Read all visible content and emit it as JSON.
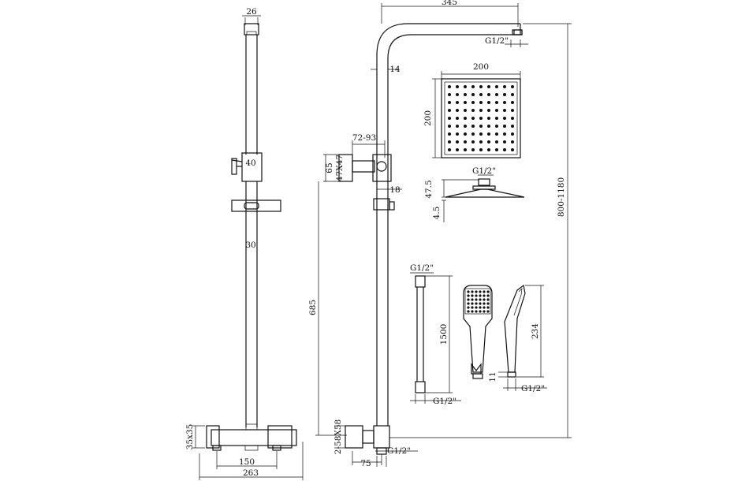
{
  "dimensions": {
    "front_top_width": "26",
    "bracket_width": "40",
    "rail_width": "30",
    "valve_depth": "35x35",
    "valve_centres": "150",
    "valve_width": "263",
    "side_arm_length": "345",
    "side_arm_thread": "G1/2\"",
    "side_rail_width": "14",
    "side_bracket_range": "72-93",
    "side_bracket_height": "65",
    "side_bracket_size": "47X47",
    "side_slider_width": "18",
    "side_bracket_to_valve": "685",
    "side_valve_fixing": "2-58X58",
    "side_valve_offset": "75",
    "side_valve_thread": "G1/2\"",
    "side_total_height": "800-1180",
    "head_width": "200",
    "head_height": "200",
    "head_thread": "G1/2\"",
    "head_depth": "47.5",
    "head_thickness": "4.5",
    "hose_top_thread": "G1/2\"",
    "hose_length": "1500",
    "hose_bottom_thread": "G1/2\"",
    "handset_length": "234",
    "handset_neck": "11",
    "handset_thread": "G1/2\""
  }
}
